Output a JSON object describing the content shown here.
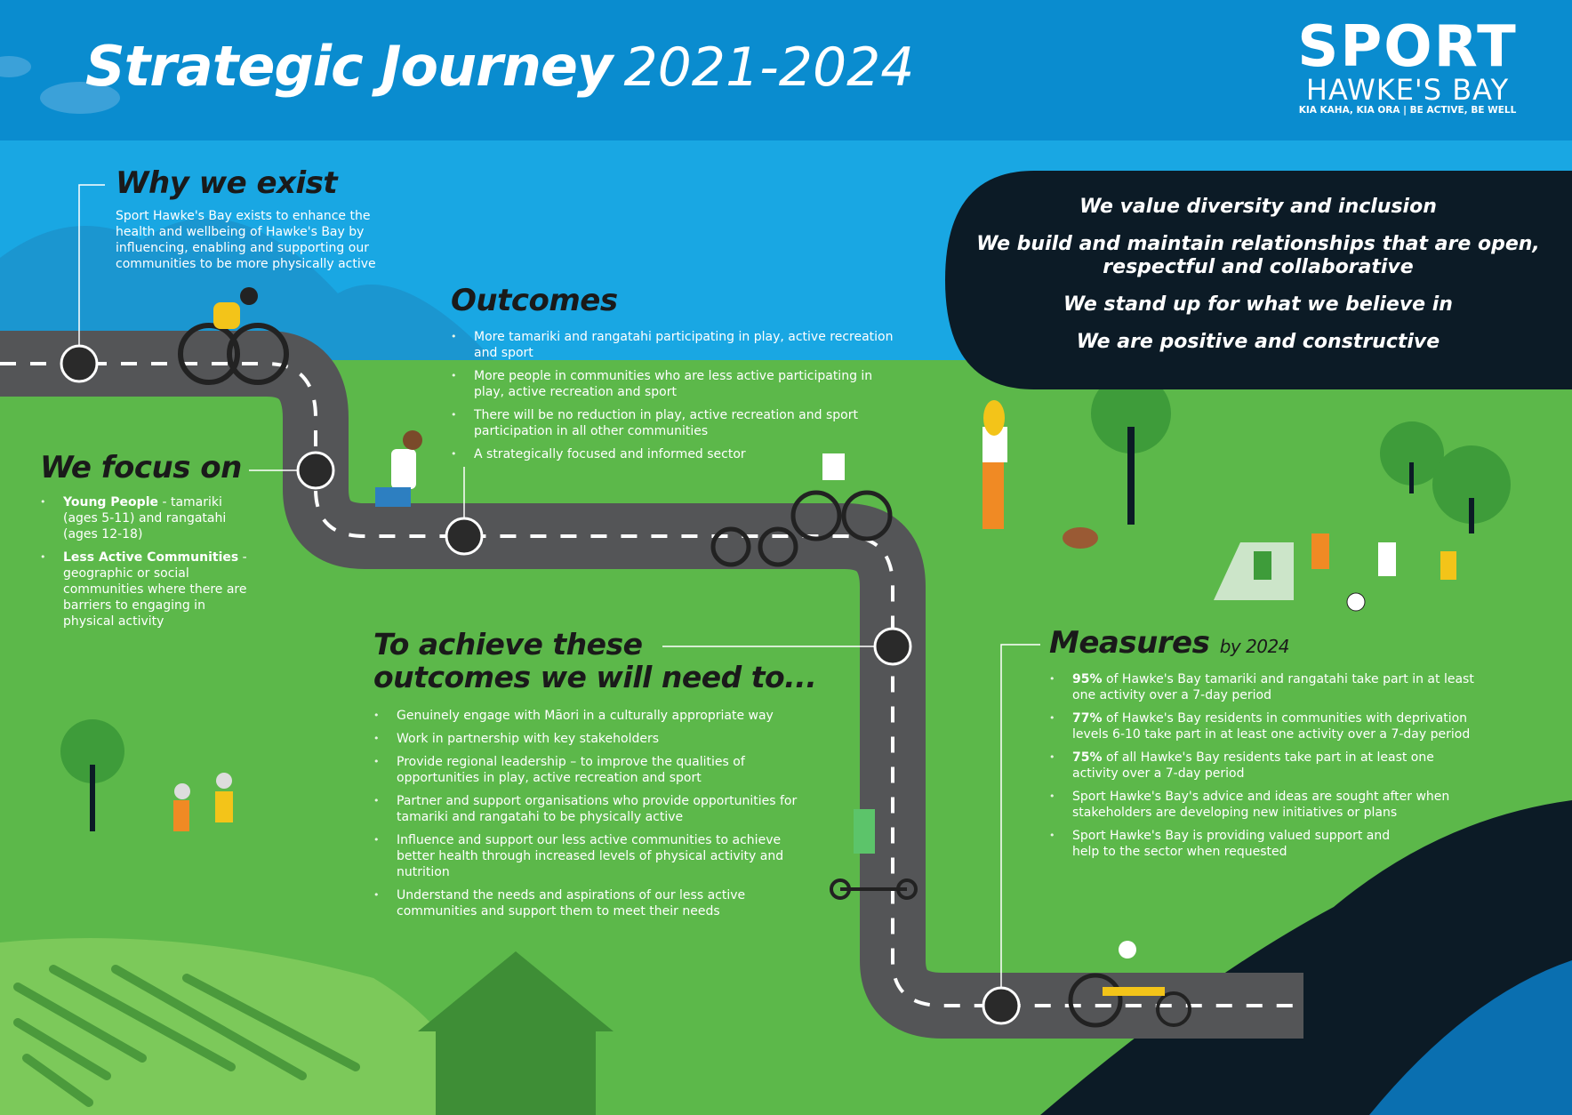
{
  "header": {
    "title_bold": "Strategic Journey",
    "title_years": "2021-2024"
  },
  "logo": {
    "word1": "SPORT",
    "word2": "HAWKE'S BAY",
    "tagline": "KIA KAHA, KIA ORA | BE ACTIVE, BE WELL"
  },
  "why": {
    "title": "Why we exist",
    "text": "Sport Hawke's Bay exists to enhance the health and wellbeing of Hawke's Bay by influencing, enabling and supporting our communities to be more physically active"
  },
  "values": [
    "We value diversity and inclusion",
    "We build and maintain relationships that are open, respectful and collaborative",
    "We stand up for what we believe in",
    "We are positive and constructive"
  ],
  "outcomes": {
    "title": "Outcomes",
    "items": [
      "More tamariki and rangatahi participating in play, active recreation and sport",
      "More people in communities who are less active participating in play, active recreation and sport",
      "There will be no reduction in play, active recreation and sport participation in all other communities",
      "A strategically focused and informed sector"
    ]
  },
  "focus": {
    "title": "We focus on",
    "items": [
      {
        "bold": "Young People",
        "text": " - tamariki (ages 5-11) and rangatahi (ages 12-18)"
      },
      {
        "bold": "Less Active Communities",
        "text": " - geographic or social communities where there are barriers to engaging in physical activity"
      }
    ]
  },
  "achieve": {
    "title_line1": "To achieve these",
    "title_line2": "outcomes we will need to...",
    "items": [
      "Genuinely engage with Māori in a culturally appropriate way",
      "Work in partnership with key stakeholders",
      "Provide regional leadership – to improve the qualities of opportunities in play, active recreation and sport",
      "Partner and support organisations who provide opportunities for tamariki and rangatahi to be physically active",
      "Influence and support our less active communities to achieve better health through increased levels of physical activity and nutrition",
      "Understand the needs and aspirations of our less active communities and support them to meet their needs"
    ]
  },
  "measures": {
    "title": "Measures",
    "subtitle": "by 2024",
    "items": [
      {
        "bold": "95%",
        "text": " of Hawke's Bay tamariki and rangatahi take part in at least one activity over a 7-day period"
      },
      {
        "bold": "77%",
        "text": " of Hawke's Bay residents in communities with deprivation levels 6-10 take part in at least one activity over a 7-day period"
      },
      {
        "bold": "75%",
        "text": " of all Hawke's Bay residents take part in at least one activity over a 7-day period"
      },
      {
        "bold": "",
        "text": "Sport Hawke's Bay's advice and ideas are sought after when stakeholders are developing new initiatives or plans"
      },
      {
        "bold": "",
        "text": "Sport Hawke's Bay is providing valued support and help to the sector when requested"
      }
    ]
  },
  "colors": {
    "header": "#0a8ccf",
    "sky": "#19a7e3",
    "grass": "#5cb84a",
    "road": "#545557",
    "panel": "#0c1b26"
  }
}
